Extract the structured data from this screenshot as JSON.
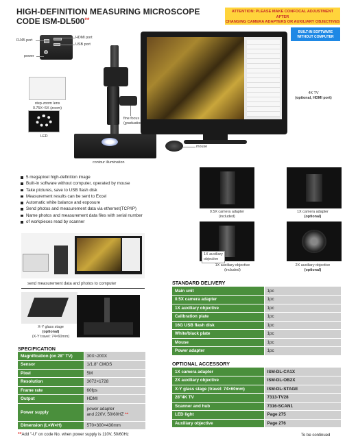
{
  "header": {
    "title_line1": "HIGH-DEFINITION MEASURING MICROSCOPE",
    "title_line2": "CODE ISM-DL500",
    "title_mark": "**",
    "attention_line1": "ATTENTION: PLEASE MAKE CONFOCAL ADJUSTMENT AFTER",
    "attention_line2": "CHANGING CAMERA ADAPTERS OR AUXILIARY OBJECTIVES",
    "software_badge_line1": "BUILT-IN SOFTWARE",
    "software_badge_line2": "WITHOUT COMPUTER"
  },
  "callouts": {
    "rj45": "RJ45 port",
    "hdmi": "HDMI port",
    "usb": "USB port",
    "power": "power",
    "zoom_line1": "step-zoom lens",
    "zoom_line2": "0.75X~5X (zoom)",
    "led": "LED",
    "knob_line1": "fine focus knob",
    "knob_line2": "(graduation: 2µm)",
    "contour": "contour illumination",
    "mouse": "mouse",
    "tv_line1": "4K TV",
    "tv_line2": "(optional, HDMI port)"
  },
  "features": [
    "5 megapixel high-definition image",
    "Built-in software without computer, operated by mouse",
    "Take pictures, save to USB flash disk",
    "Measurement results can be sent to Excel",
    "Automatic white balance and exposure",
    "Send photos and measurement data via ethernet(TCP/IP)",
    "Name photos and measurement data files with serial number",
    "of workpieces read by scanner"
  ],
  "photos": {
    "computer_caption": "send measurement data and photos to computer",
    "stage_line1": "X-Y glass stage",
    "stage_line2": "(optional)",
    "stage_line3": "(X-Y travel: 74×60mm)",
    "adapter05_line1": "0.5X camera adapter",
    "adapter05_line2": "(included)",
    "adapter1_line1": "1X camera adapter",
    "adapter1_line2": "(optional)",
    "aux_tag_line1": "1X auxiliary",
    "aux_tag_line2": "objective",
    "aux1_line1": "1X auxiliary objective",
    "aux1_line2": "(included)",
    "aux2_line1": "2X auxiliary objective",
    "aux2_line2": "(optional)"
  },
  "specification": {
    "title": "SPECIFICATION",
    "rows": [
      {
        "key": "Magnification (on 28\" TV)",
        "value": "30X~200X"
      },
      {
        "key": "Sensor",
        "value": "1/1.8\" CMOS"
      },
      {
        "key": "Pixel",
        "value": "5M"
      },
      {
        "key": "Resolution",
        "value": "3072×1728"
      },
      {
        "key": "Frame rate",
        "value": "60fps"
      },
      {
        "key": "Output",
        "value": "HDMI"
      },
      {
        "key": "Power supply",
        "value_line1": "power adapter",
        "value_line2": "and 220V, 50/60HZ",
        "mark": "**"
      },
      {
        "key": "Dimension (L×W×H)",
        "value": "570×300×430mm"
      }
    ]
  },
  "delivery": {
    "title": "STANDARD DELIVERY",
    "rows": [
      {
        "item": "Main unit",
        "qty": "1pc"
      },
      {
        "item": "0.5X camera adapter",
        "qty": "1pc"
      },
      {
        "item": "1X auxiliary objective",
        "qty": "1pc"
      },
      {
        "item": "Calibration plate",
        "qty": "1pc"
      },
      {
        "item": "16G USB flash disk",
        "qty": "1pc"
      },
      {
        "item": "White/black plate",
        "qty": "1pc"
      },
      {
        "item": "Mouse",
        "qty": "1pc"
      },
      {
        "item": "Power adapter",
        "qty": "1pc"
      }
    ]
  },
  "accessory": {
    "title": "OPTIONAL ACCESSORY",
    "rows": [
      {
        "item": "1X camera adapter",
        "code": "ISM-DL-CA1X"
      },
      {
        "item": "2X auxiliary objective",
        "code": "ISM-DL-OB2X"
      },
      {
        "item": "X-Y glass stage (travel: 74×60mm)",
        "code": "ISM-DL-STAGE"
      },
      {
        "item": "28\"4K TV",
        "code": "7313-TV28"
      },
      {
        "item": "Scanner and hub",
        "code": "7316-SCAN1"
      },
      {
        "item": "LED light",
        "code": "Page 275"
      },
      {
        "item": "Auxiliary objective",
        "code": "Page 276"
      }
    ]
  },
  "footer": {
    "note_mark": "**",
    "note_text": "Add \"-U\" on code No. when power supply is 110V, 50/60Hz",
    "continued": "To be continued"
  },
  "colors": {
    "table_key_green": "#4a8f3c",
    "table_value_gray": "#cfcfcf",
    "attention_yellow": "#ffd43b",
    "attention_text_red": "#c62828",
    "badge_blue": "#1e88e5"
  }
}
